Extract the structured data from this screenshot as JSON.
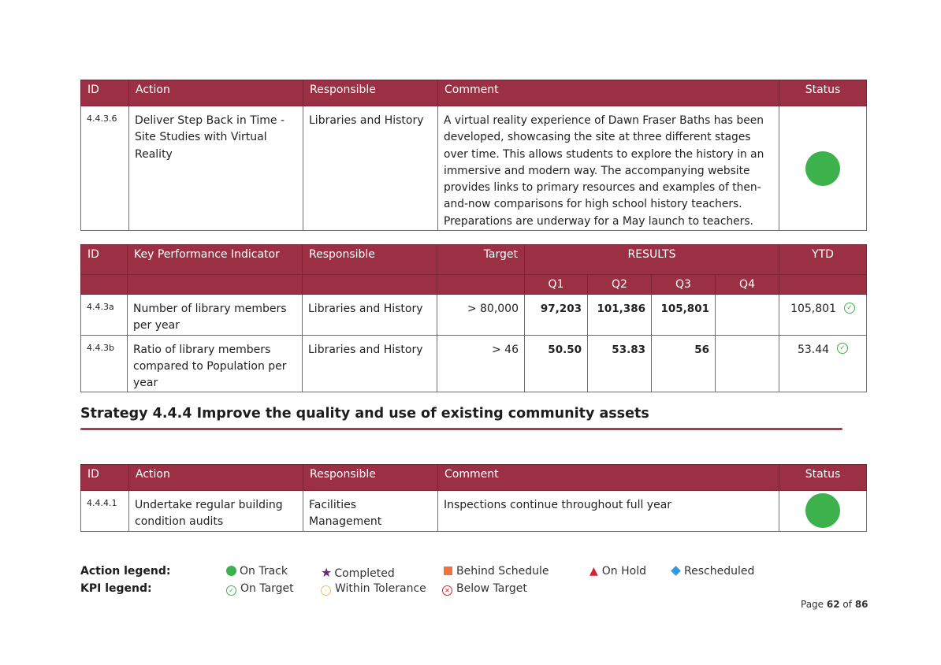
{
  "table1": {
    "headers": {
      "id": "ID",
      "action": "Action",
      "responsible": "Responsible",
      "comment": "Comment",
      "status": "Status"
    },
    "row": {
      "id": "4.4.3.6",
      "action": "Deliver Step Back in Time - Site Studies with Virtual Reality",
      "responsible": "Libraries and History",
      "comment": "A virtual reality experience of Dawn Fraser Baths has been developed, showcasing the site at three different stages over time. This allows students to explore the history in an immersive and modern way. The accompanying website provides links to primary resources and examples of then-and-now comparisons for high school history teachers. Preparations are underway for a May launch to teachers.",
      "status": "on-track",
      "status_color": "#3db14b"
    }
  },
  "kpi_table": {
    "headers": {
      "id": "ID",
      "kpi": "Key Performance Indicator",
      "responsible": "Responsible",
      "target": "Target",
      "results": "RESULTS",
      "ytd": "YTD",
      "q1": "Q1",
      "q2": "Q2",
      "q3": "Q3",
      "q4": "Q4"
    },
    "rows": [
      {
        "id": "4.4.3a",
        "kpi": "Number of library members per year",
        "responsible": "Libraries and History",
        "target": "> 80,000",
        "q1": "97,203",
        "q2": "101,386",
        "q3": "105,801",
        "q4": "",
        "ytd": "105,801",
        "ytd_status": "on-target"
      },
      {
        "id": "4.4.3b",
        "kpi": "Ratio of library members compared to Population per year",
        "responsible": "Libraries and History",
        "target": "> 46",
        "q1": "50.50",
        "q2": "53.83",
        "q3": "56",
        "q4": "",
        "ytd": "53.44",
        "ytd_status": "on-target"
      }
    ]
  },
  "strategy": {
    "title": "Strategy 4.4.4 Improve the quality and use of existing community assets"
  },
  "table2": {
    "headers": {
      "id": "ID",
      "action": "Action",
      "responsible": "Responsible",
      "comment": "Comment",
      "status": "Status"
    },
    "row": {
      "id": "4.4.4.1",
      "action": "Undertake regular building condition audits",
      "responsible": "Facilities Management",
      "comment": "Inspections continue throughout full year",
      "status": "on-track"
    }
  },
  "legend": {
    "action_label": "Action legend:",
    "kpi_label": "KPI legend:",
    "action_items": [
      "On Track",
      "Completed",
      "Behind Schedule",
      "On Hold",
      "Rescheduled"
    ],
    "kpi_items": [
      "On Target",
      "Within Tolerance",
      "Below Target"
    ],
    "colors": {
      "on_track": "#3db14b",
      "completed": "#6b2a7a",
      "behind": "#f07040",
      "on_hold": "#d4212d",
      "rescheduled": "#2f9be0",
      "within": "#f2c14e",
      "below": "#d4212d",
      "header": "#9b3045"
    }
  },
  "footer": {
    "page_prefix": "Page",
    "page": "62",
    "of": "of",
    "total": "86"
  }
}
